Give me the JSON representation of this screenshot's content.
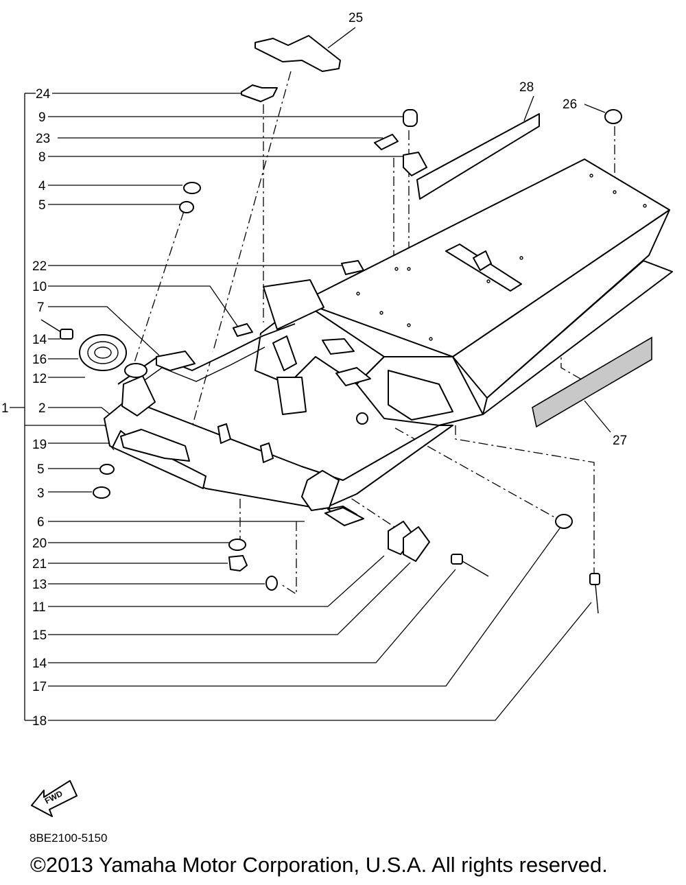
{
  "diagram": {
    "code": "8BE2100-5150",
    "copyright": "©2013 Yamaha Motor Corporation, U.S.A. All rights reserved.",
    "fwd_label": "FWD",
    "assembly_ref": "1",
    "callouts": {
      "c24": "24",
      "c9": "9",
      "c23": "23",
      "c8": "8",
      "c4": "4",
      "c5a": "5",
      "c22": "22",
      "c10": "10",
      "c7": "7",
      "c14a": "14",
      "c16": "16",
      "c12": "12",
      "c2": "2",
      "c19": "19",
      "c5b": "5",
      "c3": "3",
      "c6": "6",
      "c20": "20",
      "c21": "21",
      "c13": "13",
      "c11": "11",
      "c15": "15",
      "c14b": "14",
      "c17": "17",
      "c18": "18",
      "c25": "25",
      "c26": "26",
      "c27": "27",
      "c28": "28"
    }
  }
}
